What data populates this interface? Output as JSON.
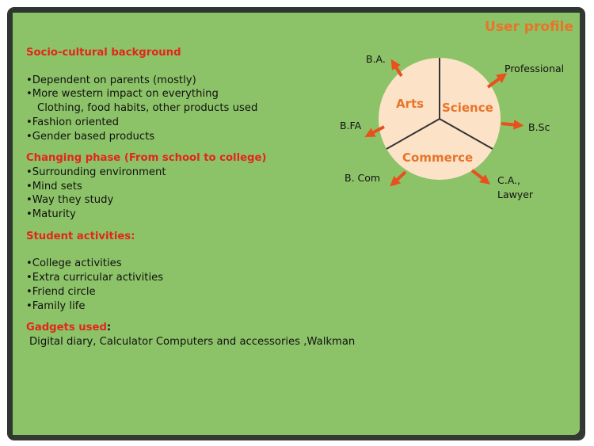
{
  "title": "User profile",
  "sections": {
    "socio": {
      "heading": "Socio-cultural background",
      "items": [
        "Dependent on parents (mostly)",
        "More western impact on everything",
        "Fashion oriented",
        "Gender based products"
      ],
      "continuation": "Clothing, food habits, other products used"
    },
    "changing": {
      "heading": "Changing phase (From school to college)",
      "items": [
        "Surrounding environment",
        "Mind sets",
        "Way they study",
        "Maturity"
      ]
    },
    "activities": {
      "heading": "Student activities:",
      "items": [
        "College activities",
        "Extra curricular activities",
        "Friend circle",
        "Family life"
      ]
    },
    "gadgets": {
      "heading": "Gadgets used",
      "colon": ":",
      "text": "Digital diary, Calculator Computers and accessories ,Walkman"
    }
  },
  "diagram": {
    "segments": [
      "Arts",
      "Science",
      "Commerce"
    ],
    "outcomes": {
      "ba": "B.A.",
      "professional": "Professional",
      "bfa": "B.FA",
      "bsc": "B.Sc",
      "bcom": "B. Com",
      "ca_line1": "C.A.,",
      "ca_line2": "Lawyer"
    }
  },
  "colors": {
    "background": "#8dc368",
    "circle_fill": "#fce3c8",
    "heading": "#e2261b",
    "accent": "#e8742a",
    "arrow": "#e8501e"
  }
}
